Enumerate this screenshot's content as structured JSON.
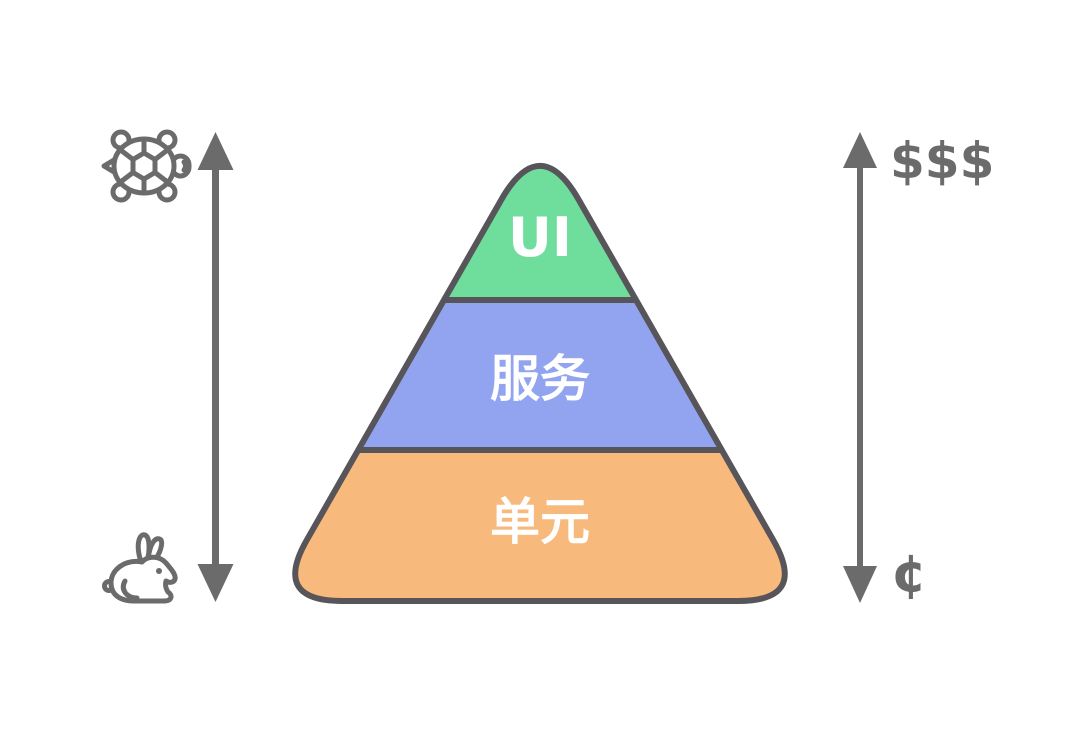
{
  "diagram": {
    "type": "testing-pyramid",
    "pyramid": {
      "outline_color": "#57555A",
      "layers": [
        {
          "id": "ui",
          "label": "UI",
          "color": "#6FDE9D"
        },
        {
          "id": "service",
          "label": "服务",
          "color": "#92A4F0"
        },
        {
          "id": "unit",
          "label": "单元",
          "color": "#F8B97D"
        }
      ]
    },
    "speed_axis": {
      "top_icon": "turtle-icon",
      "bottom_icon": "rabbit-icon"
    },
    "cost_axis": {
      "top_label": "$$$",
      "bottom_label": "¢"
    },
    "annotation_color": "#6B6B6B"
  }
}
